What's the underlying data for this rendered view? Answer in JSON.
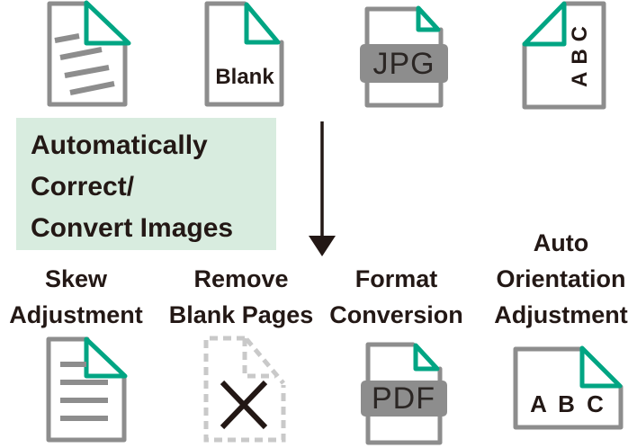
{
  "colors": {
    "bg": "#ffffff",
    "gray": "#8d8d8d",
    "graylight": "#c9c9c9",
    "green": "#00a583",
    "mint": "#d8ecdf",
    "dark": "#231815",
    "filetext": "#2b2624"
  },
  "callout": {
    "lines": [
      "Automatically",
      "Correct/",
      "Convert Images"
    ]
  },
  "icons": {
    "blank_label": "Blank",
    "jpg_label": "JPG",
    "rotated_abc": "ABC",
    "pdf_label": "PDF",
    "corrected_abc": "A B C"
  },
  "features": {
    "skew": {
      "lines": [
        "Skew",
        "Adjustment"
      ]
    },
    "remove_blank": {
      "lines": [
        "Remove",
        "Blank Pages"
      ]
    },
    "format": {
      "lines": [
        "Format",
        "Conversion"
      ]
    },
    "orientation": {
      "lines": [
        "Auto",
        "Orientation",
        "Adjustment"
      ]
    }
  }
}
